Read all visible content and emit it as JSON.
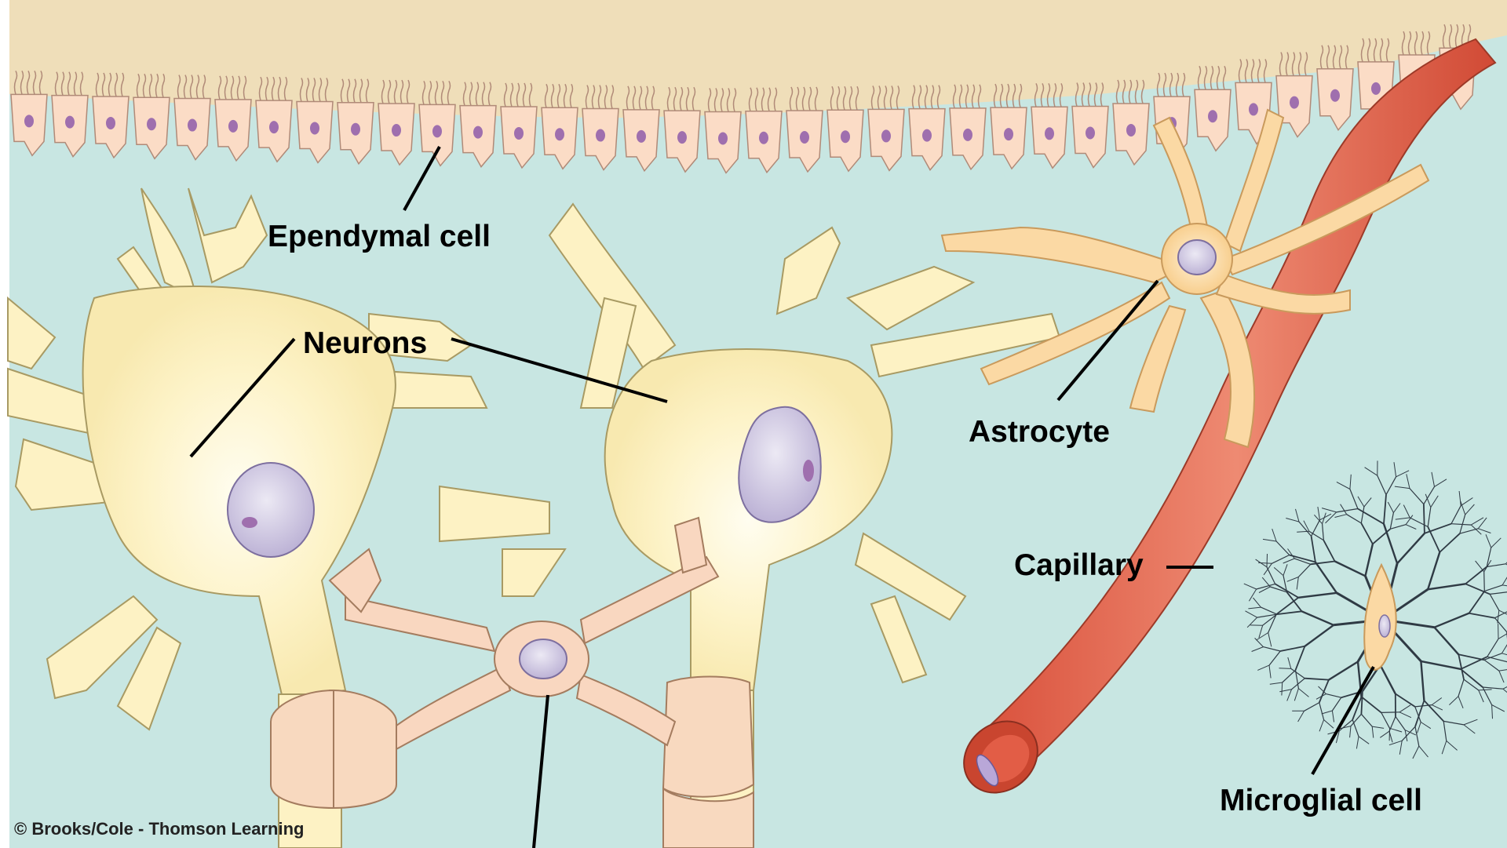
{
  "labels": {
    "ependymal": "Ependymal cell",
    "neurons": "Neurons",
    "astrocyte": "Astrocyte",
    "capillary": "Capillary",
    "microglial": "Microglial cell"
  },
  "credit": "© Brooks/Cole - Thomson Learning",
  "colors": {
    "background": "#c8e6e2",
    "csf_fluid": "#efdeb9",
    "ependymal": "#fbdcc6",
    "ependymal_nucleus": "#9f6fae",
    "neuron": "#fdf2c4",
    "neuron_nucleus": "#d8d2e8",
    "astrocyte": "#fbd9a4",
    "oligodendrocyte": "#f9d7c0",
    "capillary": "#e8705b",
    "capillary_dark": "#c9452f",
    "microglia_branch": "#2f3a44",
    "leader": "#000000"
  }
}
